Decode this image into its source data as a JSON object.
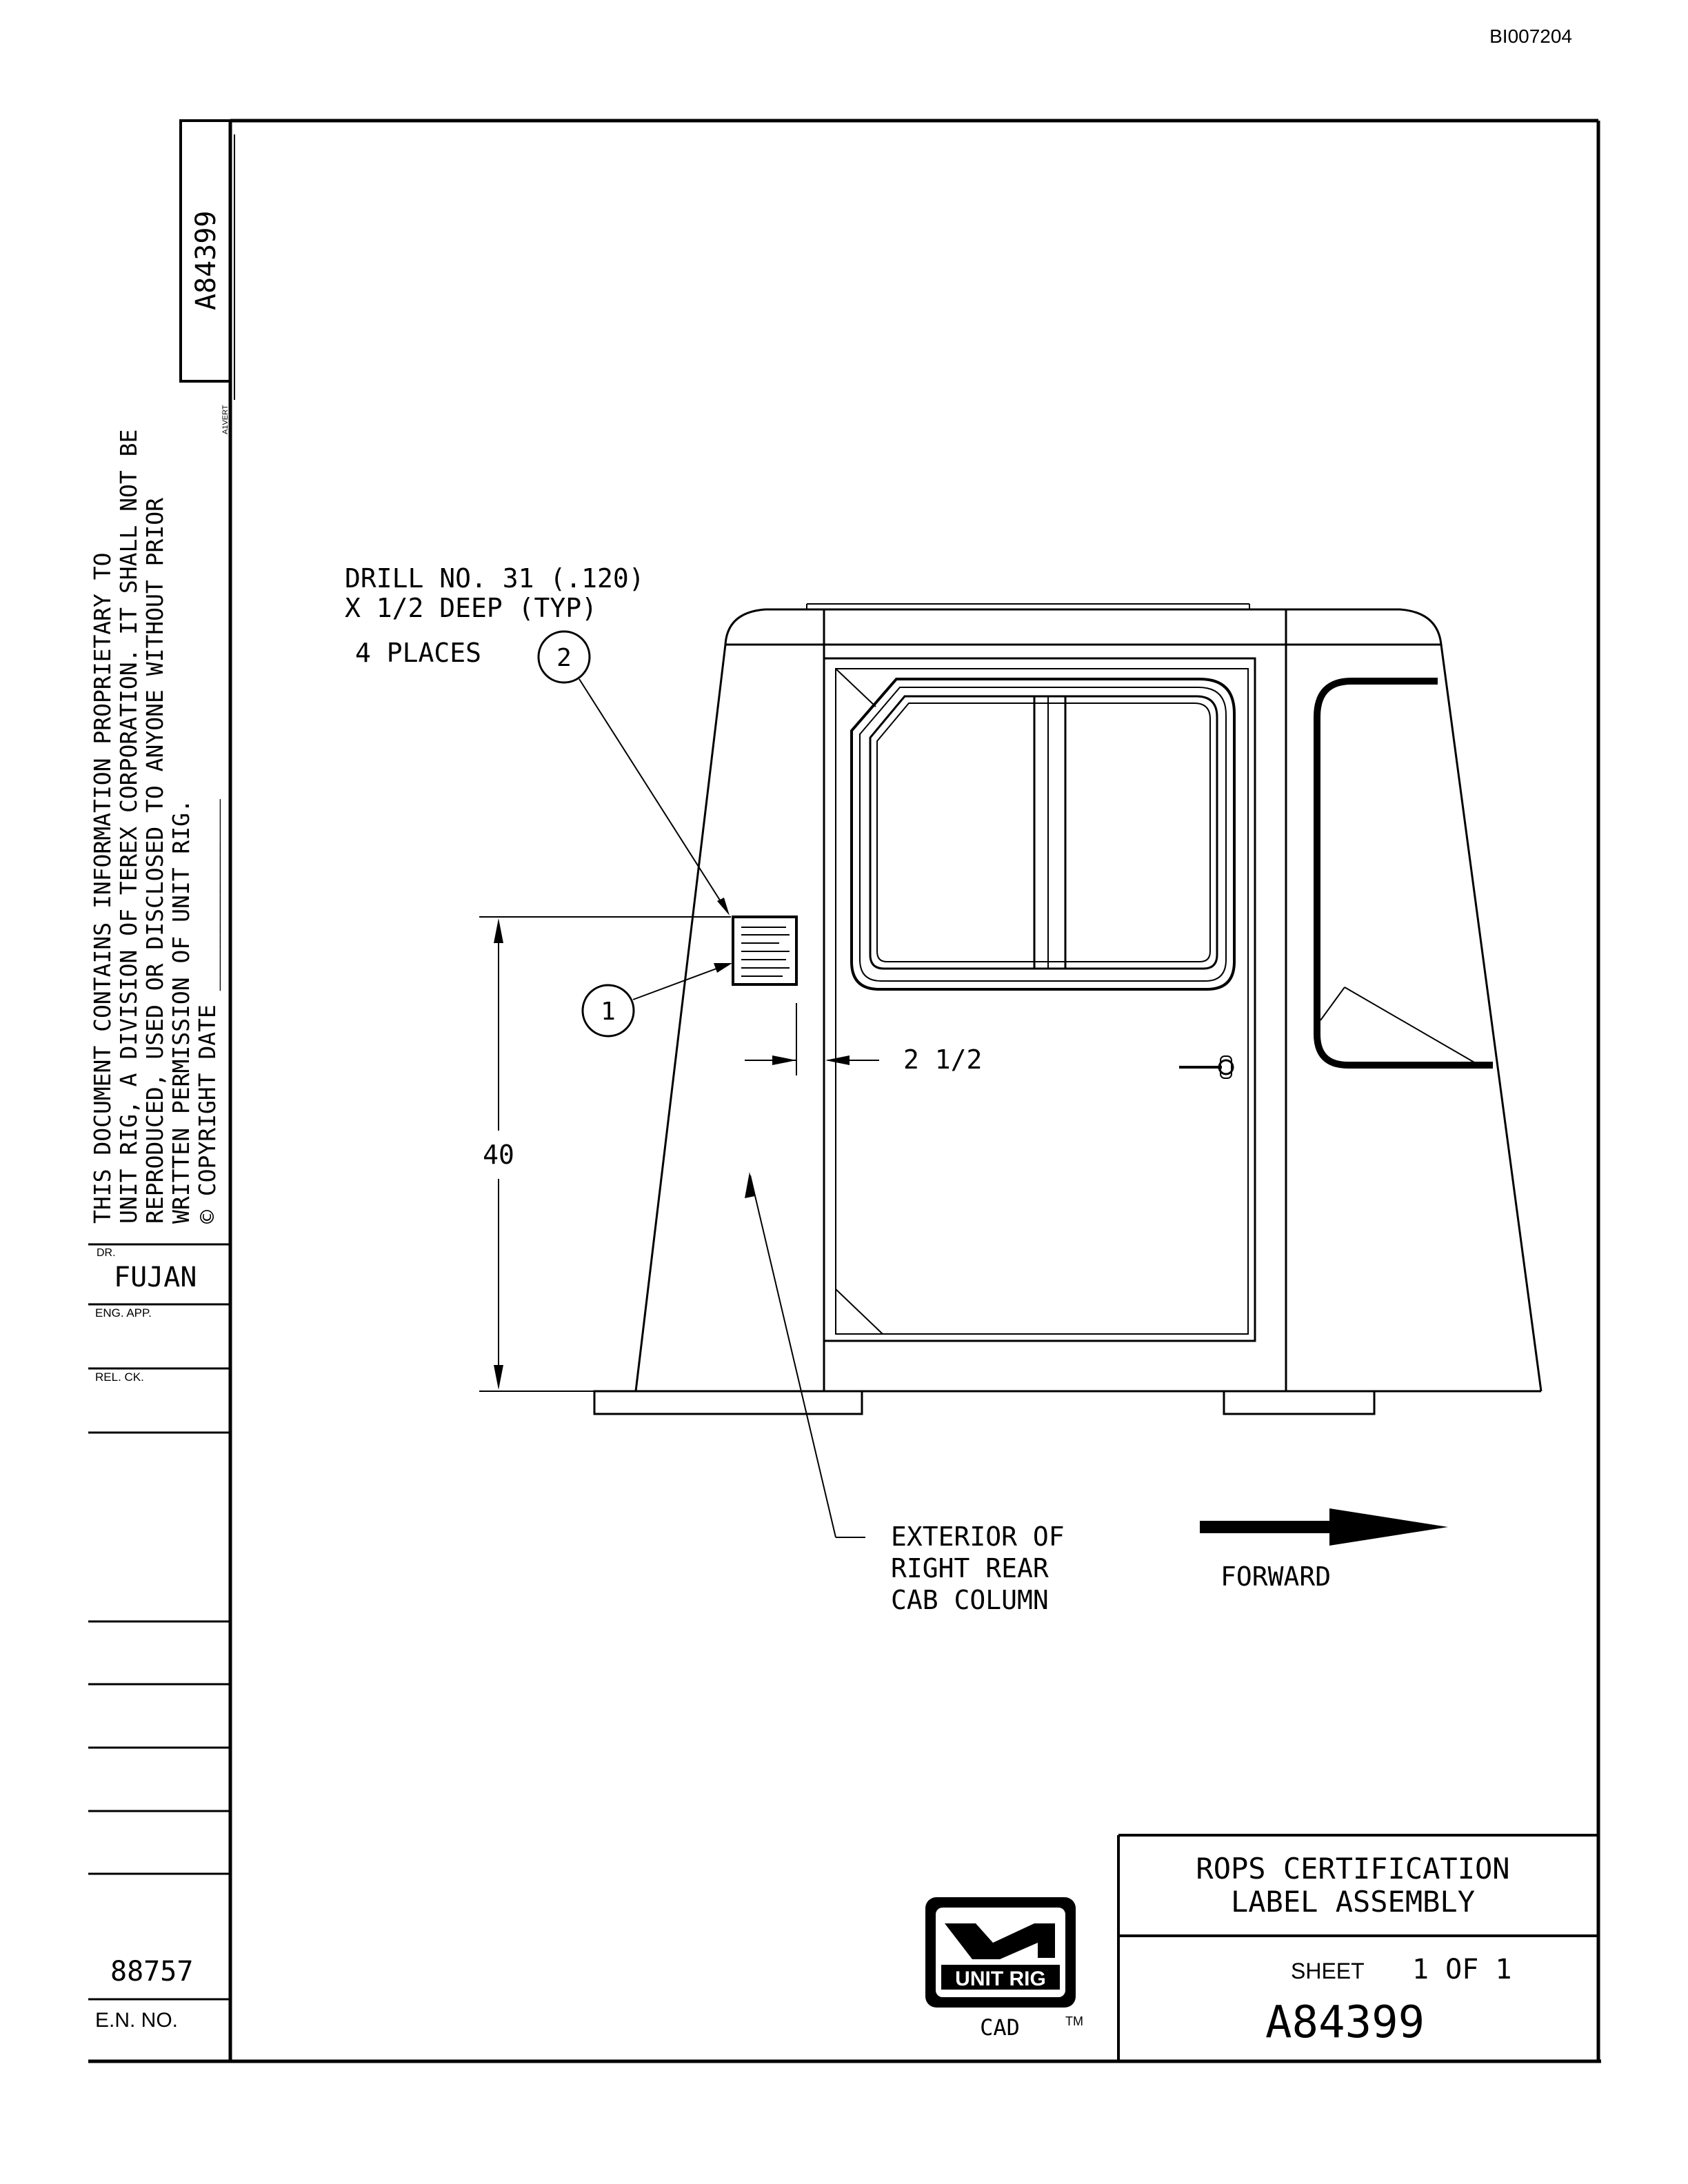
{
  "doc_id": "BI007204",
  "drawing_number_vertical": "A84399",
  "alt_marker": "A1VERT",
  "proprietary_notice": [
    "THIS DOCUMENT CONTAINS INFORMATION PROPRIETARY TO",
    "UNIT RIG, A DIVISION OF TEREX CORPORATION. IT SHALL NOT BE",
    "REPRODUCED, USED OR DISCLOSED TO ANYONE WITHOUT PRIOR",
    "WRITTEN PERMISSION OF UNIT RIG.",
    "© COPYRIGHT DATE  ______________"
  ],
  "sidebar": {
    "dr_label": "DR.",
    "dr_value": "FUJAN",
    "eng_app_label": "ENG. APP.",
    "rel_ck_label": "REL. CK.",
    "en_value": "88757",
    "en_label": "E.N. NO."
  },
  "notes": {
    "drill_line1": "DRILL NO. 31 (.120)",
    "drill_line2": "X 1/2 DEEP (TYP)",
    "drill_line3": "4 PLACES",
    "balloon_2": "2",
    "balloon_1": "1",
    "dim_horizontal": "2 1/2",
    "dim_vertical": "40",
    "exterior_line1": "EXTERIOR OF",
    "exterior_line2": "RIGHT REAR",
    "exterior_line3": "CAB COLUMN",
    "forward": "FORWARD"
  },
  "logo": {
    "brand": "UNIT RIG",
    "cad": "CAD",
    "tm": "TM"
  },
  "title_block": {
    "title_line1": "ROPS CERTIFICATION",
    "title_line2": "LABEL ASSEMBLY",
    "sheet_label": "SHEET",
    "sheet_value": "1 OF 1",
    "drawing_number": "A84399"
  }
}
